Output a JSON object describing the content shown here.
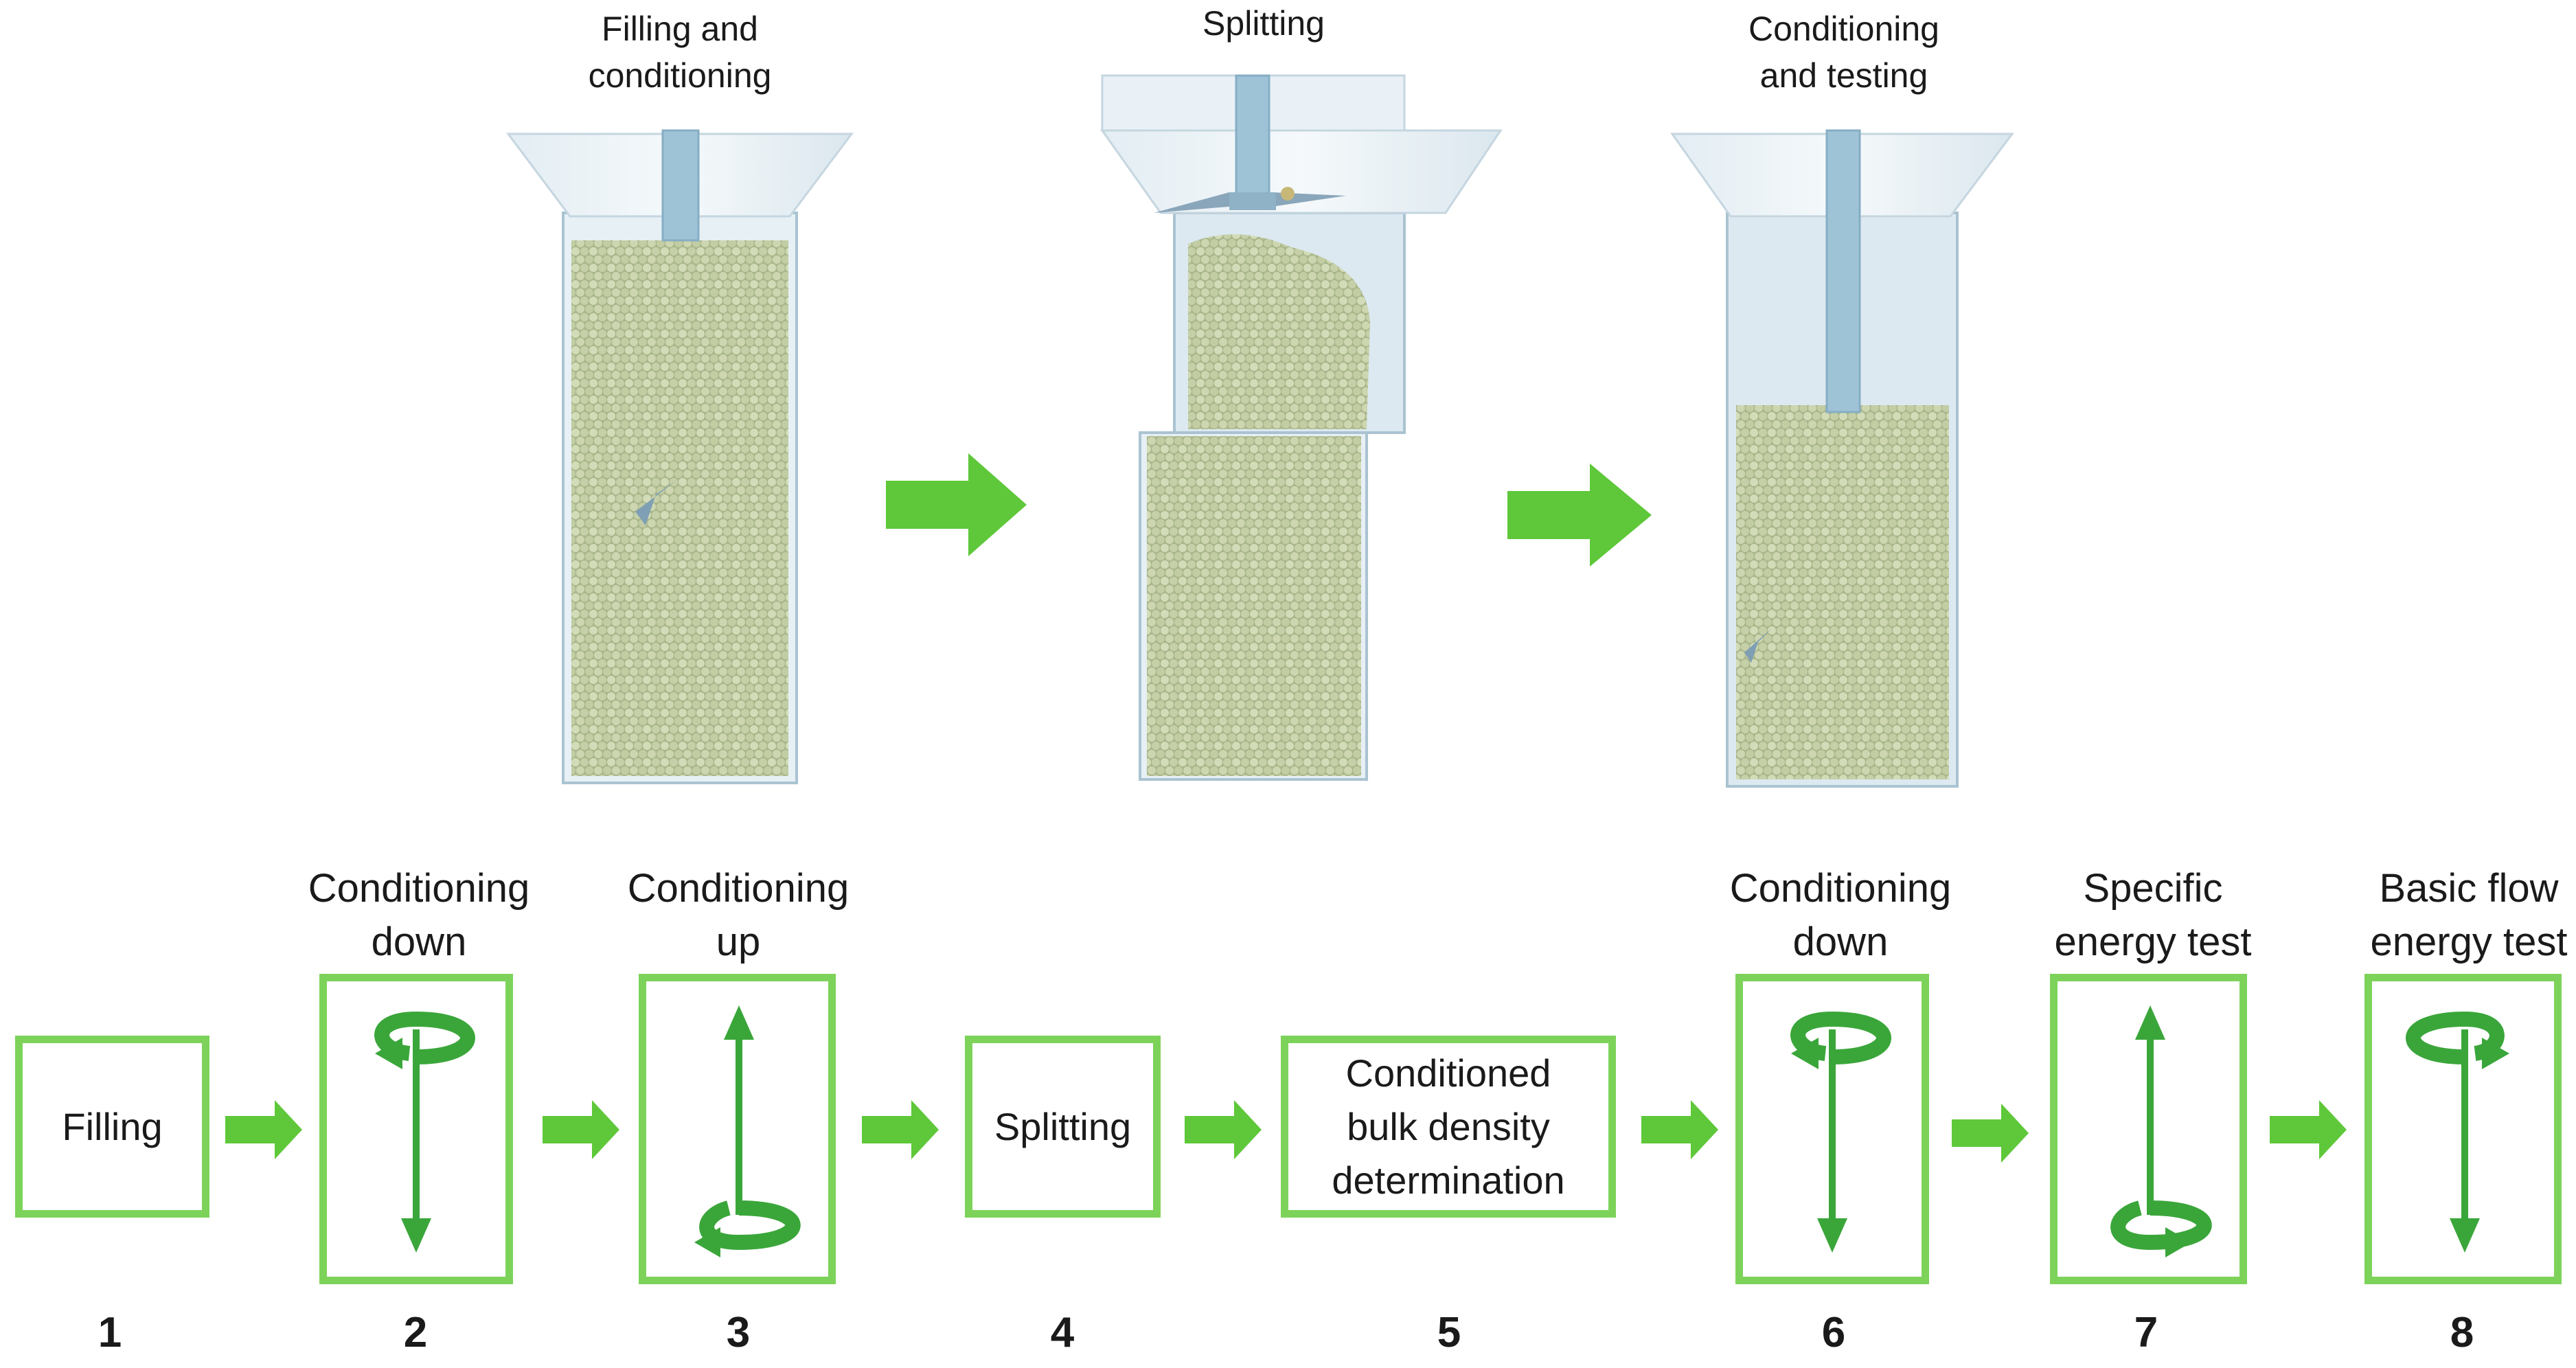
{
  "stages": [
    {
      "label": "Filling and\nconditioning"
    },
    {
      "label": "Splitting"
    },
    {
      "label": "Conditioning\nand testing"
    }
  ],
  "steps": [
    {
      "number": "1",
      "box_text": "Filling",
      "label": "",
      "icon": "none"
    },
    {
      "number": "2",
      "box_text": "",
      "label": "Conditioning\ndown",
      "icon": "helix-down-icon"
    },
    {
      "number": "3",
      "box_text": "",
      "label": "Conditioning\nup",
      "icon": "helix-up-icon"
    },
    {
      "number": "4",
      "box_text": "Splitting",
      "label": "",
      "icon": "none"
    },
    {
      "number": "5",
      "box_text": "Conditioned\nbulk density\ndetermination",
      "label": "",
      "icon": "none"
    },
    {
      "number": "6",
      "box_text": "",
      "label": "Conditioning\ndown",
      "icon": "helix-down-icon"
    },
    {
      "number": "7",
      "box_text": "",
      "label": "Specific\nenergy test",
      "icon": "helix-up-icon"
    },
    {
      "number": "8",
      "box_text": "",
      "label": "Basic flow\nenergy test",
      "icon": "helix-down-icon"
    }
  ],
  "colors": {
    "accent_green": "#7dd35a",
    "arrow_green": "#5ec83a",
    "icon_green": "#3aa63a",
    "powder": "#b8c49a",
    "vessel": "#dbe9f1",
    "shaft": "#9fc3d6"
  }
}
